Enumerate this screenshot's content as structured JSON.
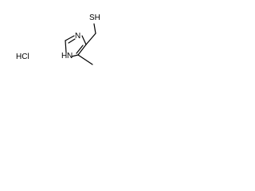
{
  "molecule": {
    "atoms": {
      "n_top": "N",
      "n_bottom": "N",
      "n_bottom_h": "H",
      "thiol": "SH",
      "salt": "HCl"
    }
  }
}
